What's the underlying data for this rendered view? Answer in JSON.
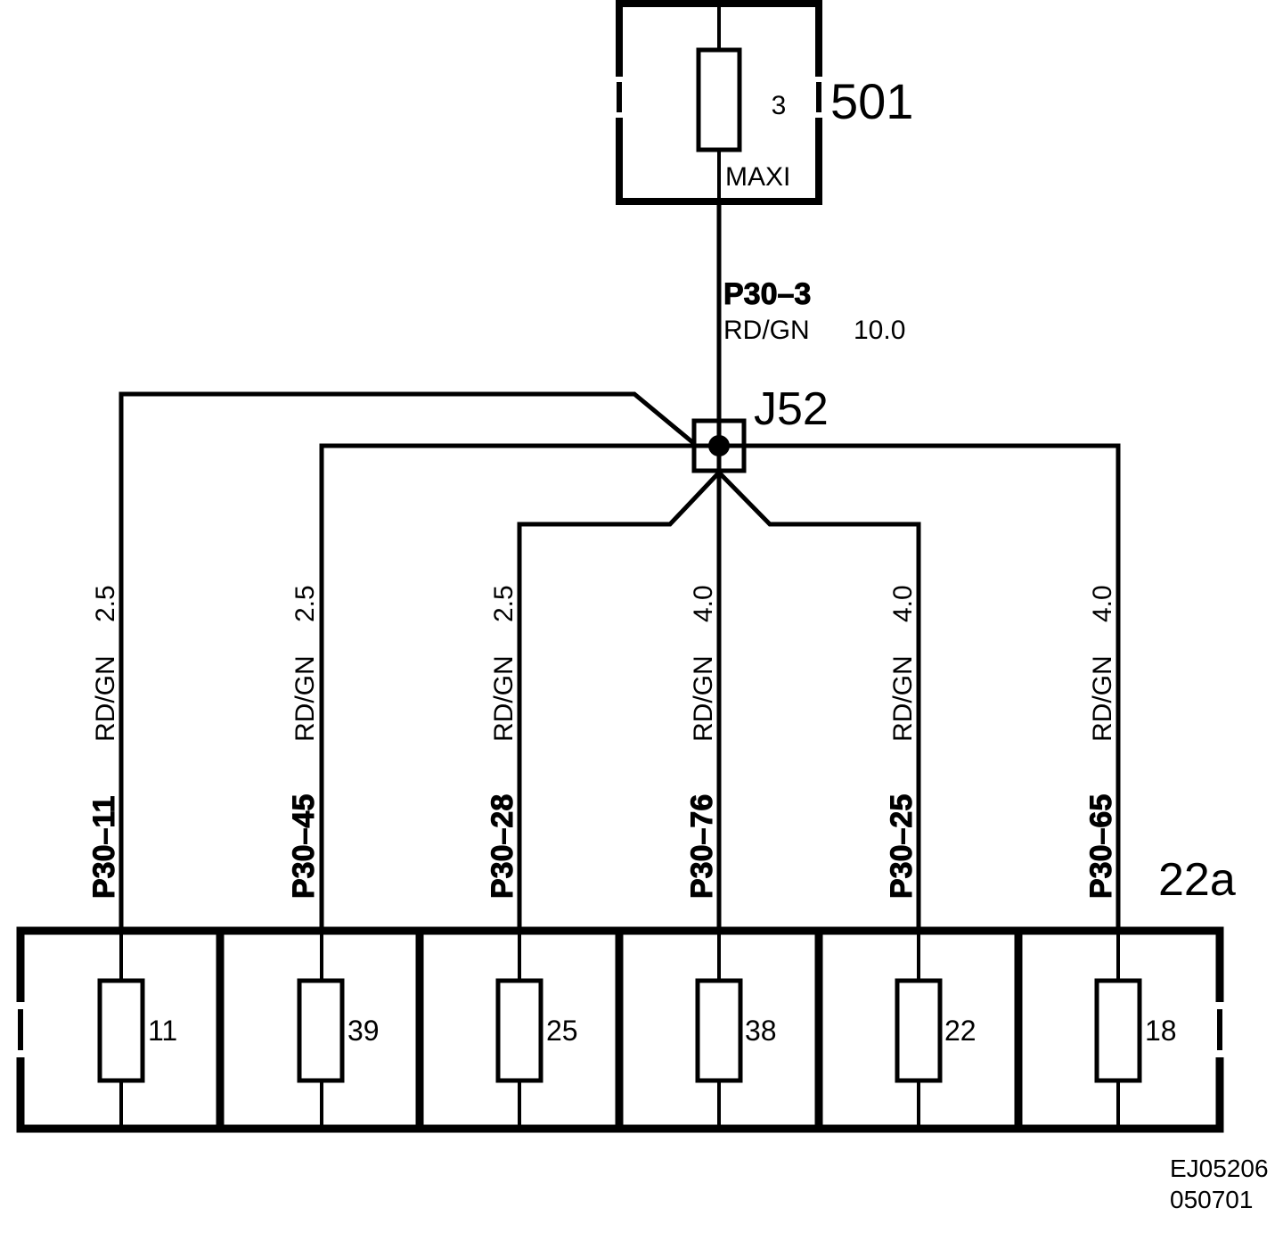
{
  "main_fuse": {
    "box_label": "501",
    "fuse_number": "3",
    "fuse_type": "MAXI"
  },
  "feed_wire": {
    "circuit": "P30–3",
    "color": "RD/GN",
    "size": "10.0"
  },
  "junction": {
    "label": "J52"
  },
  "fuse_box": {
    "label": "22a",
    "circuits": [
      {
        "circuit": "P30–11",
        "color": "RD/GN",
        "size": "2.5",
        "fuse": "11"
      },
      {
        "circuit": "P30–45",
        "color": "RD/GN",
        "size": "2.5",
        "fuse": "39"
      },
      {
        "circuit": "P30–28",
        "color": "RD/GN",
        "size": "2.5",
        "fuse": "25"
      },
      {
        "circuit": "P30–76",
        "color": "RD/GN",
        "size": "4.0",
        "fuse": "38"
      },
      {
        "circuit": "P30–25",
        "color": "RD/GN",
        "size": "4.0",
        "fuse": "22"
      },
      {
        "circuit": "P30–65",
        "color": "RD/GN",
        "size": "4.0",
        "fuse": "18"
      }
    ]
  },
  "footer": {
    "code": "EJ05206",
    "date": "050701"
  },
  "colors": {
    "line": "#000000",
    "background": "#ffffff"
  }
}
